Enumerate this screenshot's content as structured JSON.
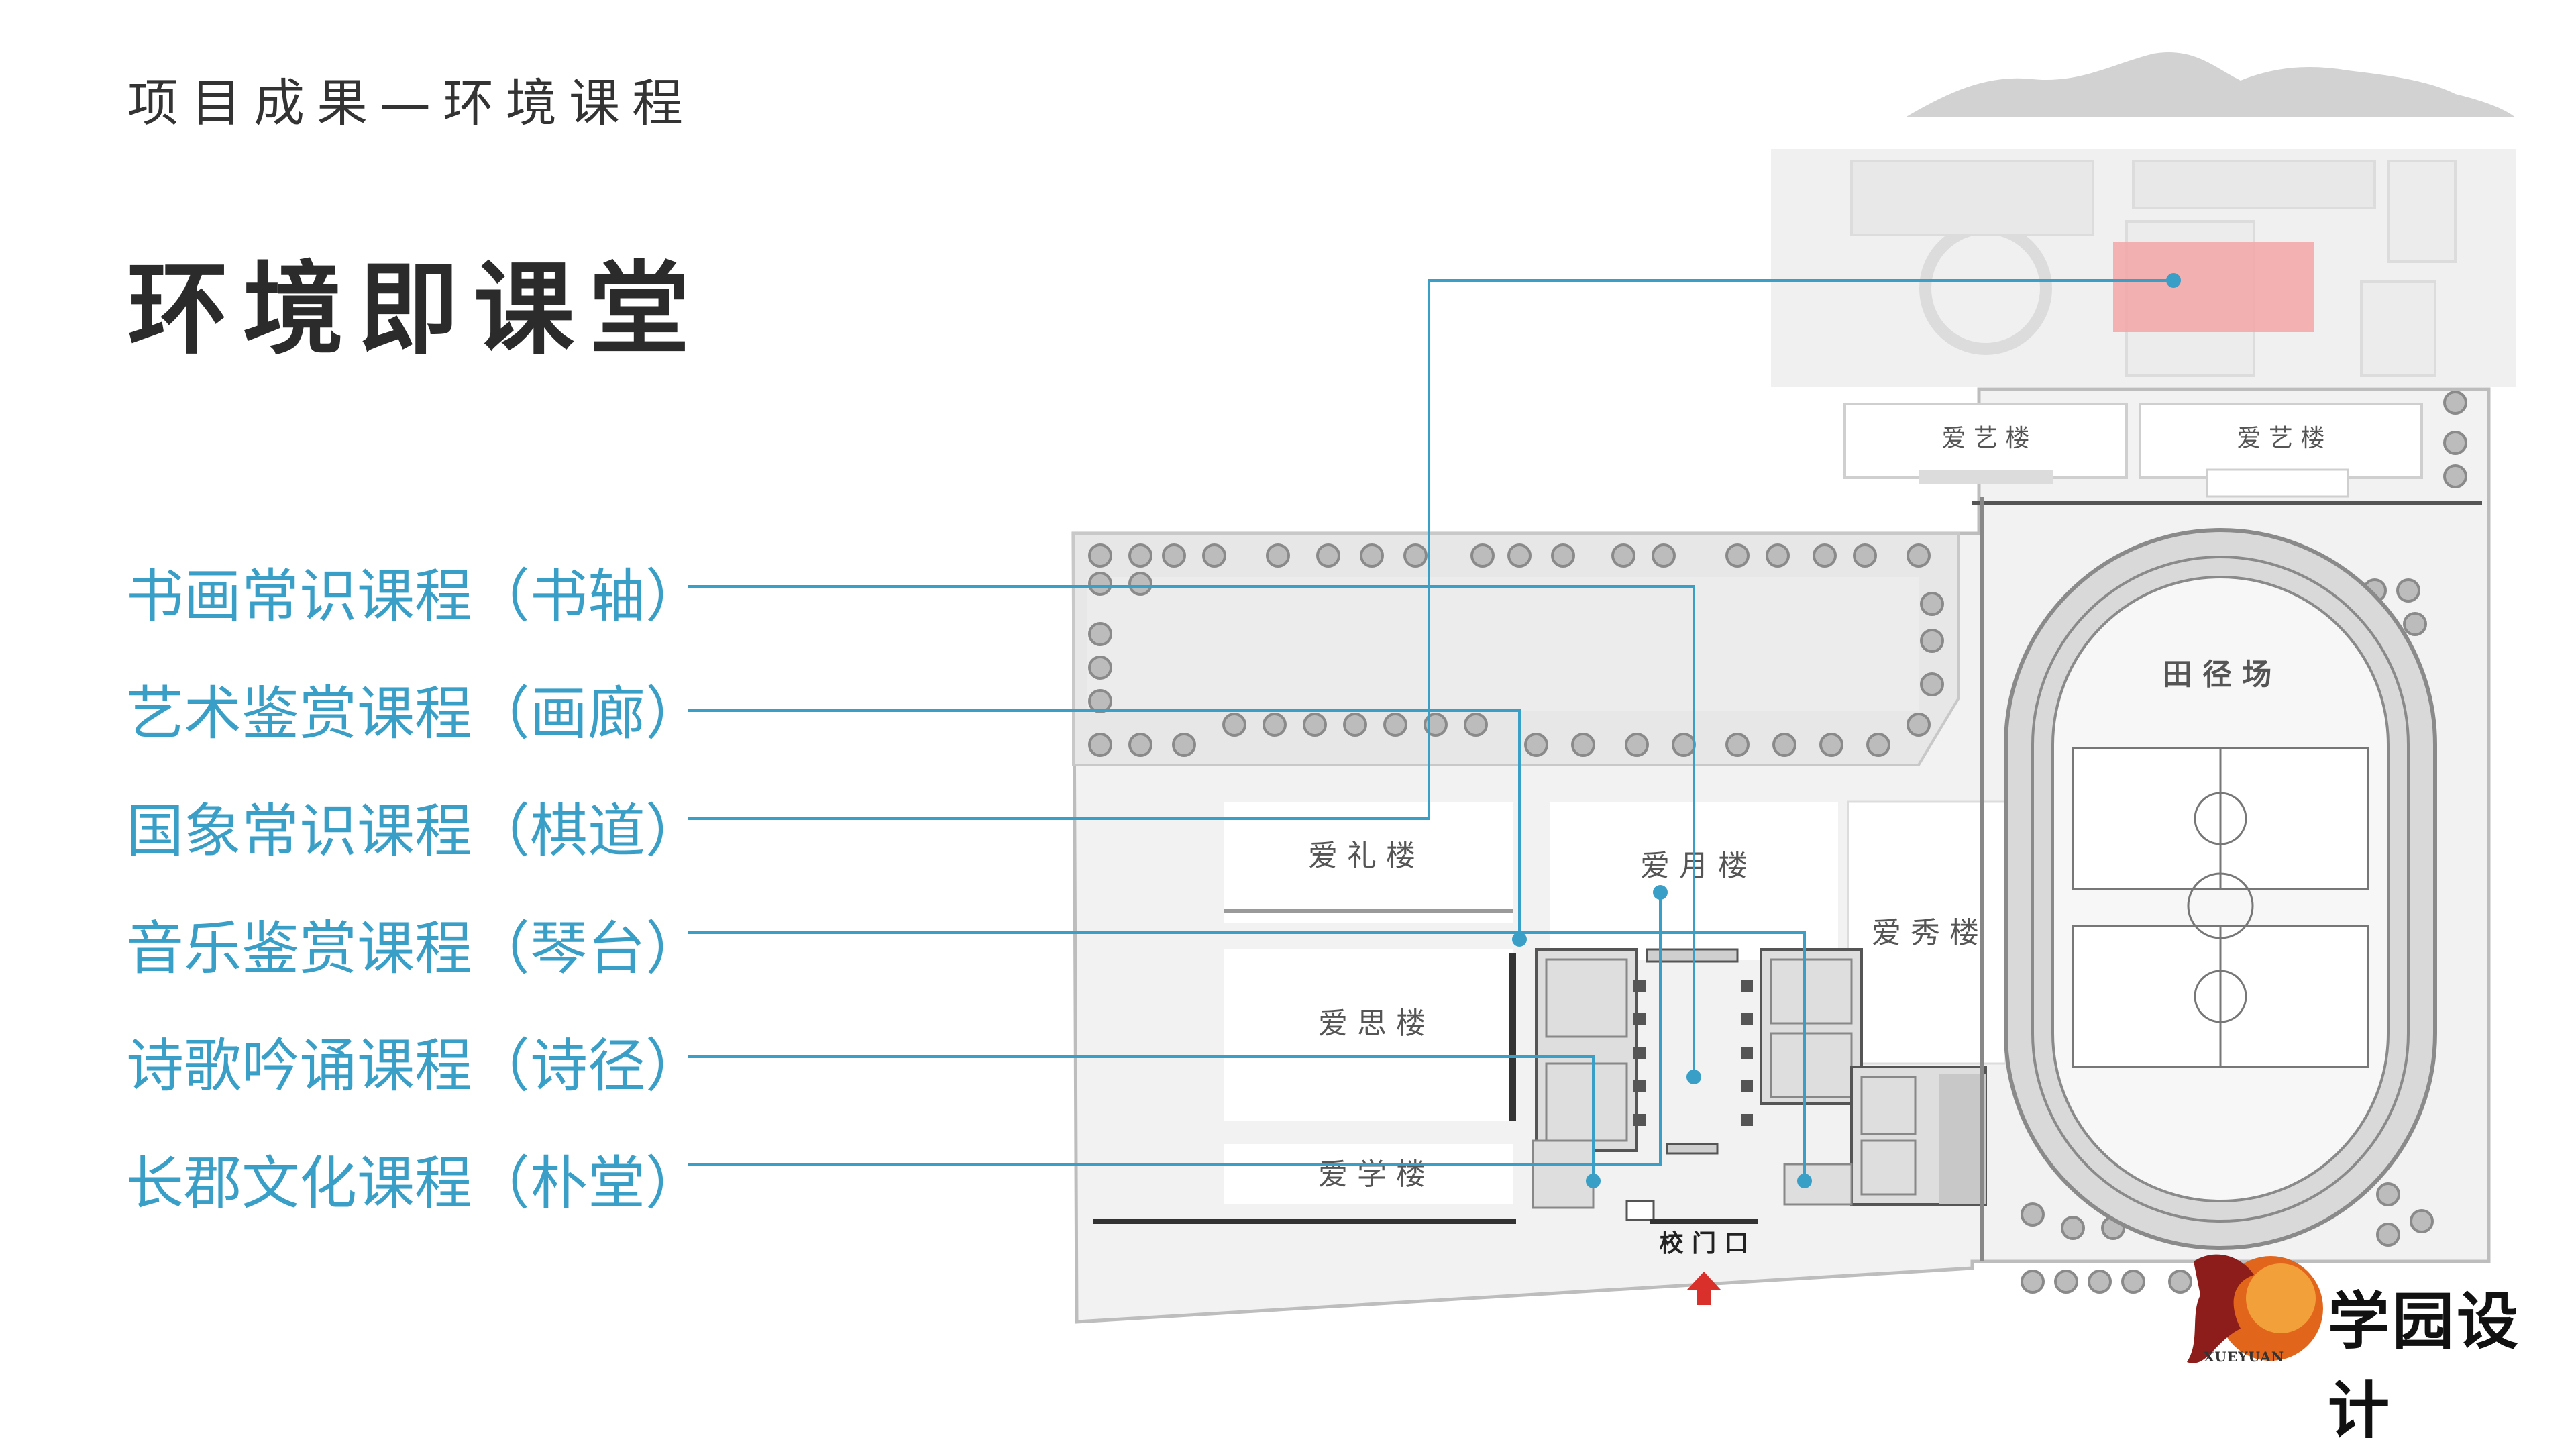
{
  "header": {
    "subtitle": "项目成果—环境课程",
    "title": "环境即课堂"
  },
  "courses": [
    "书画常识课程（书轴）",
    "艺术鉴赏课程（画廊）",
    "国象常识课程（棋道）",
    "音乐鉴赏课程（琴台）",
    "诗歌吟诵课程（诗径）",
    "长郡文化课程（朴堂）"
  ],
  "map": {
    "buildings": {
      "yiyi_1": "爱 艺 楼",
      "yiyi_2": "爱 艺 楼",
      "aili": "爱 礼 楼",
      "aiyue": "爱 月 楼",
      "aixiu": "爱 秀 楼",
      "aisi": "爱 思 楼",
      "aixue": "爱 学 楼"
    },
    "field": "田 径 场",
    "gate": "校 门 口"
  },
  "logo": {
    "name": "学园设计",
    "sub": "XUEYUAN"
  },
  "colors": {
    "accent": "#3a9fc7",
    "highlight": "#f4a6a6",
    "gate_arrow": "#d9302c"
  }
}
